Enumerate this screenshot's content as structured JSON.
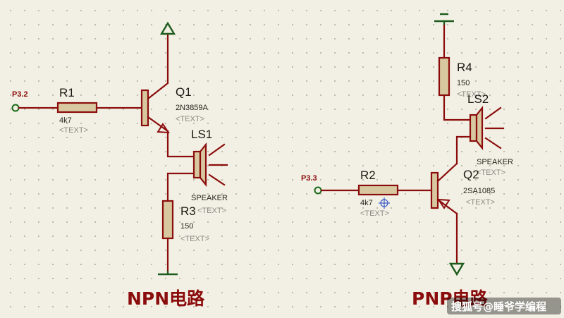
{
  "ports": {
    "left": "P3.2",
    "right": "P3.3"
  },
  "npn": {
    "r1": {
      "ref": "R1",
      "value": "4k7",
      "text": "<TEXT>"
    },
    "q1": {
      "ref": "Q1",
      "value": "2N3859A",
      "text": "<TEXT>"
    },
    "ls1": {
      "ref": "LS1",
      "value": "SPEAKER",
      "text": "<TEXT>"
    },
    "r3": {
      "ref": "R3",
      "value": "150",
      "text": "<TEXT>"
    },
    "title": "NPN电路"
  },
  "pnp": {
    "r4": {
      "ref": "R4",
      "value": "150",
      "text": "<TEXT>"
    },
    "ls2": {
      "ref": "LS2",
      "value": "SPEAKER",
      "text": "<TEXT>"
    },
    "q2": {
      "ref": "Q2",
      "value": "2SA1085",
      "text": "<TEXT>"
    },
    "r2": {
      "ref": "R2",
      "value": "4k7",
      "text": "<TEXT>"
    },
    "title": "PNP电路"
  },
  "watermark": "搜狐号@睡爷学编程",
  "colors": {
    "background": "#f2f0e4",
    "wire": "#8b0c0c",
    "component_fill": "#d8c8a0",
    "ground_terminal": "#1d5c1d",
    "placeholder_text": "#8a8a84"
  }
}
